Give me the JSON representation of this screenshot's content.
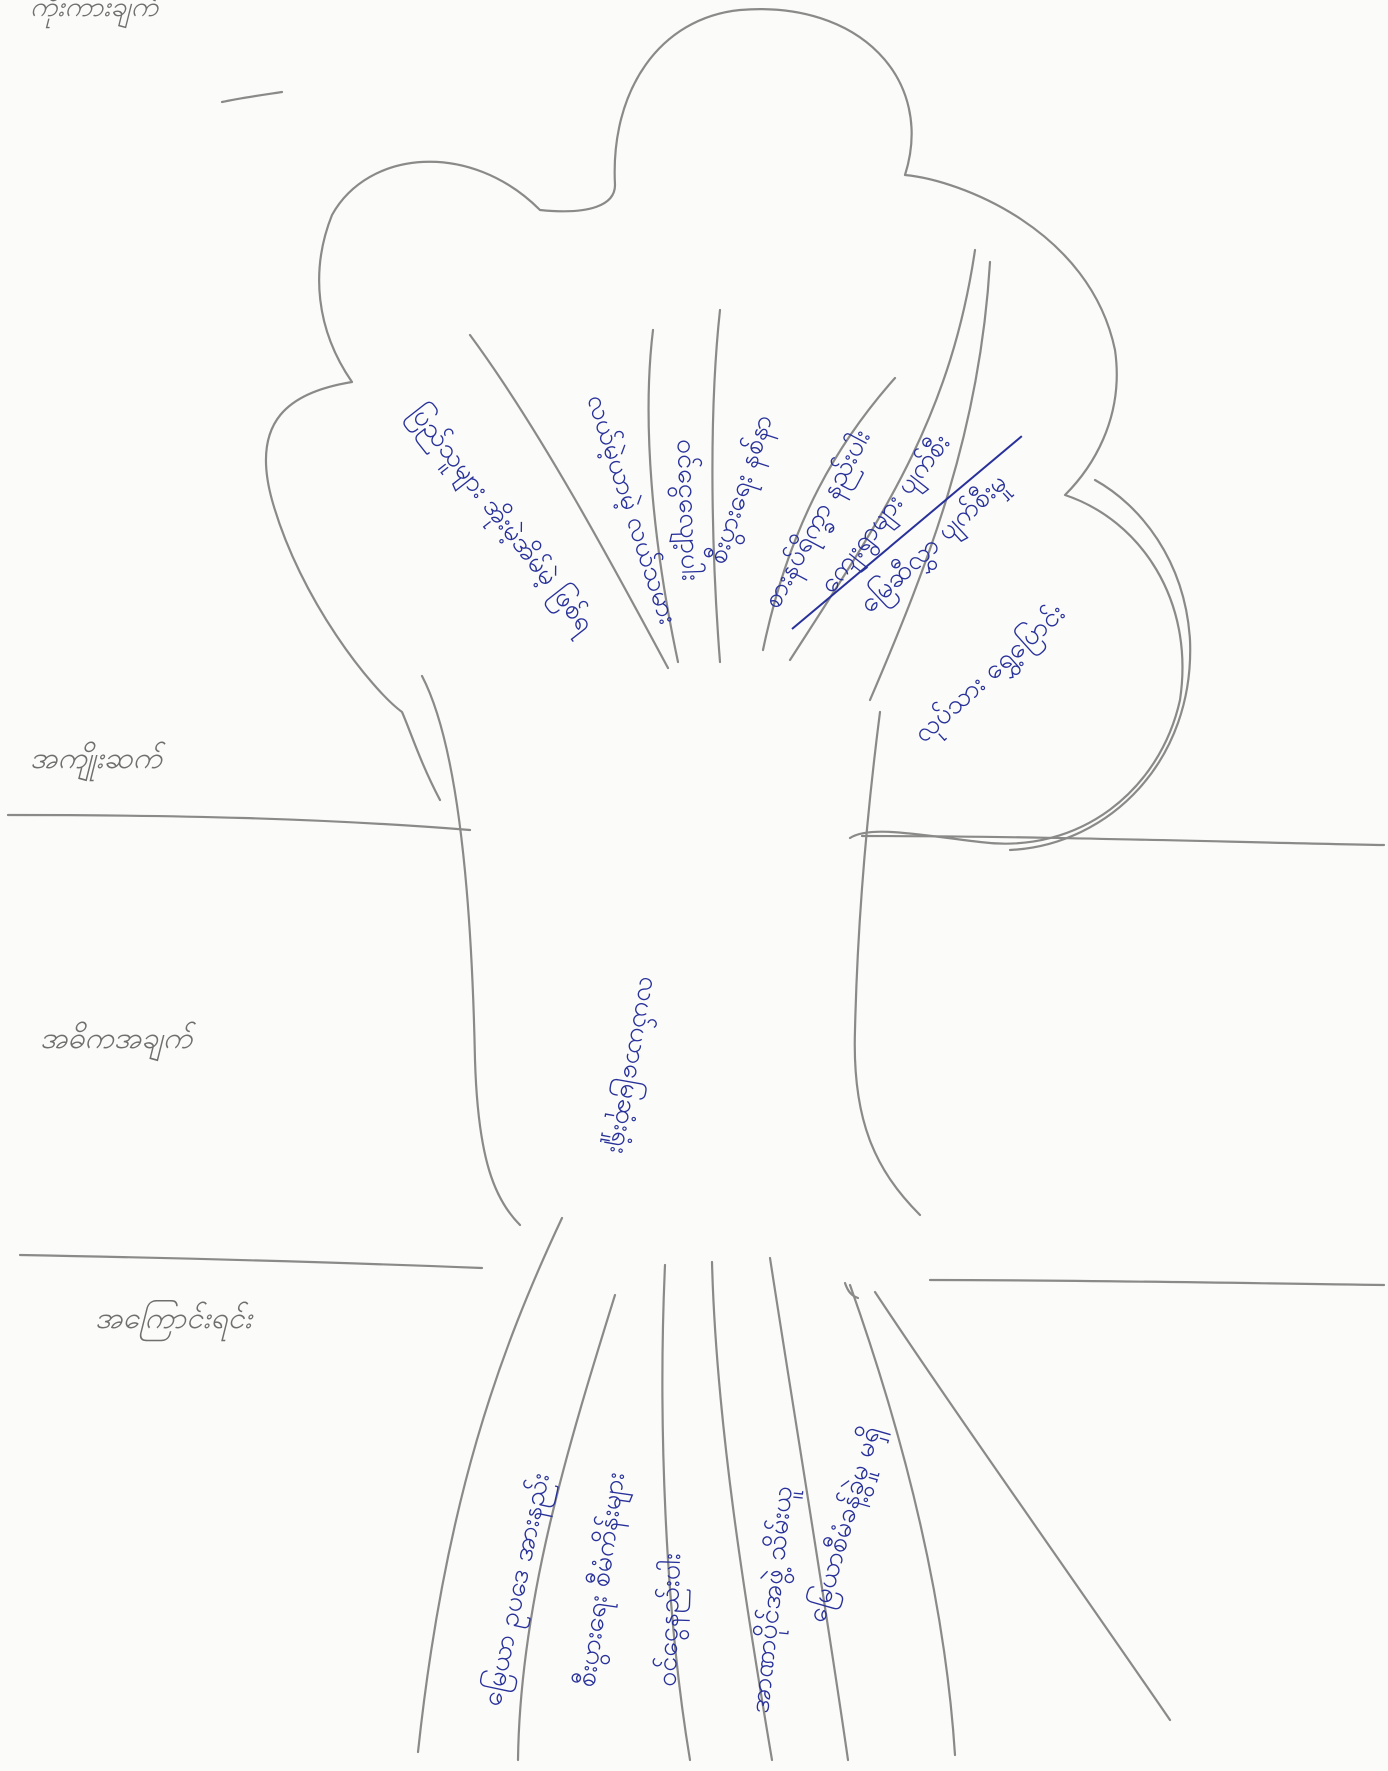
{
  "heading": "ကိုးကားချက်",
  "sections": {
    "result_label": "အကျိုးဆက်",
    "problem_label": "အဓိကအချက်",
    "cause_label": "အကြောင်းရင်း"
  },
  "trunk_text": "လယ်ယာမြေဆုံးရှုံး",
  "effects": [
    "ပြည်သူများ အိုးမဲ့အိမ်မဲ့ ဖြစ်ရ",
    "လယ်မဲ့ယာမဲ့ လယ်သမား",
    "ဝင်ငွေလျော့ပါး",
    "စီးပွားရေး နစ်နာ",
    "စားနပ်ရိက္ခာ နည်းပါး",
    "ကျေးရွာများ ပျက်စီး",
    "မြေဆီလွှာ ပျက်စီးမှု",
    "လုပ်သား ရွှေ့ပြောင်း"
  ],
  "causes": [
    "မြေယာ ဥပဒေ အားနည်း",
    "စီးပွားရေး စီမံကိန်းများ",
    "ဝင်ငွေနည်းပါး",
    "အာဏာပိုင်အဖွဲ့ သိမ်းယူ",
    "မြေယာစီမံခန့်ခွဲမှု မရှိ"
  ],
  "colors": {
    "ink": "#28319a",
    "pencil": "#8a8a88",
    "paper": "#fbfbf9"
  }
}
